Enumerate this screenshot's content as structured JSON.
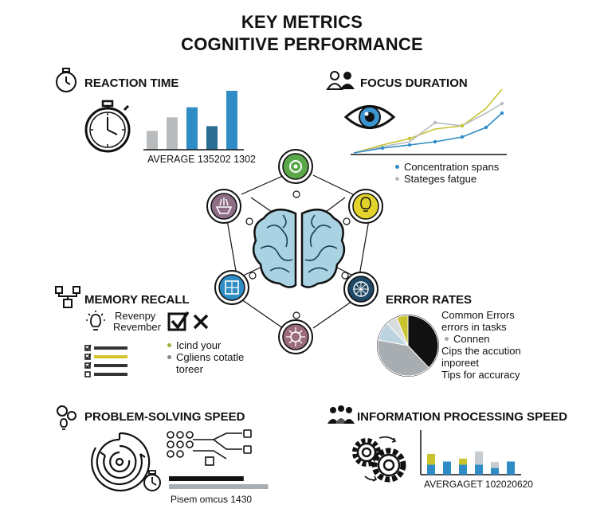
{
  "title_line1": "KEY METRICS",
  "title_line2": "COGNITIVE PERFORMANCE",
  "reaction": {
    "title": "REACTION TIME",
    "caption": "AVERAGE 135202 1302",
    "bars": [
      {
        "value": 0.32,
        "color": "#b9bcbf"
      },
      {
        "value": 0.55,
        "color": "#b9bcbf"
      },
      {
        "value": 0.72,
        "color": "#2f8cc4"
      },
      {
        "value": 0.4,
        "color": "#2b6d93"
      },
      {
        "value": 1.0,
        "color": "#2f8cc4"
      }
    ]
  },
  "focus": {
    "title": "FOCUS DURATION",
    "legend": [
      {
        "label": "Concentration spans",
        "color": "#2f8cc4"
      },
      {
        "label": "Stateges fatgue",
        "color": "#b9bcbf"
      }
    ]
  },
  "memory": {
    "title": "MEMORY RECALL",
    "label1": "Revenpy",
    "label2": "Revember",
    "legend": [
      {
        "label": "Icind your",
        "color": "#9bb236"
      },
      {
        "label": "Cgliens cotatle",
        "color": "#888888"
      },
      {
        "label": "toreer",
        "color": "#ffffff"
      }
    ]
  },
  "errors": {
    "title": "ERROR RATES",
    "lines": [
      "Common Errors",
      "errors in tasks",
      "Connen",
      "Cips the accution",
      "inporeet",
      "Tips for accuracy"
    ],
    "pie": [
      {
        "value": 0.38,
        "color": "#111111"
      },
      {
        "value": 0.4,
        "color": "#a8adb2"
      },
      {
        "value": 0.1,
        "color": "#bcd3e0"
      },
      {
        "value": 0.06,
        "color": "#d9dde0"
      },
      {
        "value": 0.06,
        "color": "#c9c32e"
      }
    ]
  },
  "problem": {
    "title": "PROBLEM-SOLVING SPEED",
    "caption": "Pisem omcus 1430",
    "bars": [
      0.7,
      0.93
    ]
  },
  "info": {
    "title": "INFORMATION PROCESSING SPEED",
    "caption": "AVERGAGET 102020620",
    "bars": [
      {
        "blue": 0.42,
        "top": 0.45,
        "topColor": "#c9c32e"
      },
      {
        "blue": 0.55,
        "top": 0,
        "topColor": ""
      },
      {
        "blue": 0.42,
        "top": 0.25,
        "topColor": "#c9c32e"
      },
      {
        "blue": 0.42,
        "top": 0.55,
        "topColor": "#c7ccd0"
      },
      {
        "blue": 0.28,
        "top": 0.25,
        "topColor": "#c7ccd0"
      },
      {
        "blue": 0.55,
        "top": 0,
        "topColor": ""
      }
    ]
  },
  "colors": {
    "blue": "#2f8cc4",
    "green": "#5aa84a",
    "yellow": "#e3d42c",
    "purple": "#8e6e86",
    "navy": "#1f4866",
    "mauve": "#9b6a7c",
    "brain": "#a9d2e3"
  }
}
